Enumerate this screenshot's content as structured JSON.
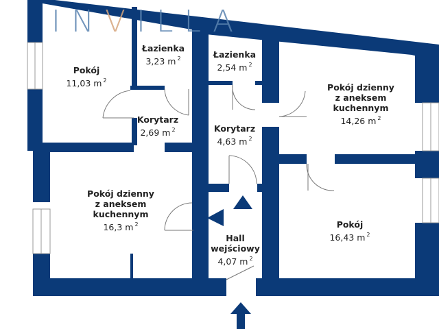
{
  "logo": {
    "text_before": "IN",
    "accent_letter": "V",
    "text_after": "ILLA",
    "color": "#5b84b1",
    "accent_color": "#d6a57c"
  },
  "colors": {
    "wall": "#0b3a78",
    "background": "#ffffff",
    "text": "#222222"
  },
  "rooms": [
    {
      "id": "pokoj-1",
      "name": "Pokój",
      "area": "11,03 m",
      "unit_sup": "2"
    },
    {
      "id": "lazienka-1",
      "name": "Łazienka",
      "area": "3,23 m",
      "unit_sup": "2"
    },
    {
      "id": "lazienka-2",
      "name": "Łazienka",
      "area": "2,54 m",
      "unit_sup": "2"
    },
    {
      "id": "korytarz-1",
      "name": "Korytarz",
      "area": "2,69 m",
      "unit_sup": "2"
    },
    {
      "id": "korytarz-2",
      "name": "Korytarz",
      "area": "4,63 m",
      "unit_sup": "2"
    },
    {
      "id": "pokoj-dzienny-1",
      "name_lines": [
        "Pokój dzienny",
        "z aneksem",
        "kuchennym"
      ],
      "area": "14,26 m",
      "unit_sup": "2"
    },
    {
      "id": "pokoj-dzienny-2",
      "name_lines": [
        "Pokój dzienny",
        "z aneksem",
        "kuchennym"
      ],
      "area": "16,3 m",
      "unit_sup": "2"
    },
    {
      "id": "hall",
      "name_lines": [
        "Hall",
        "wejściowy"
      ],
      "area": "4,07 m",
      "unit_sup": "2"
    },
    {
      "id": "pokoj-2",
      "name": "Pokój",
      "area": "16,43 m",
      "unit_sup": "2"
    }
  ],
  "markers": {
    "entrance_arrow": "arrow-up",
    "hall_arrow_up": "triangle-up",
    "hall_arrow_left": "triangle-left"
  }
}
